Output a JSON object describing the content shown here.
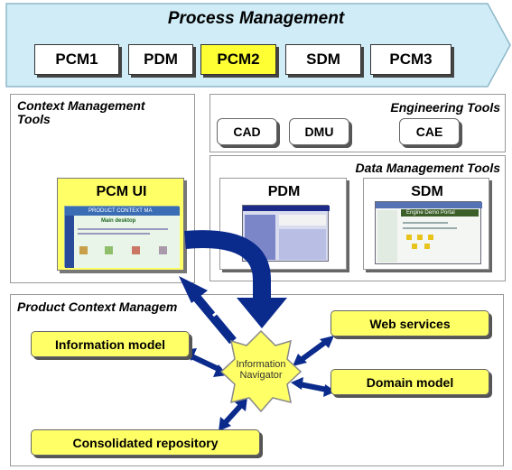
{
  "process_management": {
    "title": "Process Management",
    "modules": [
      "PCM1",
      "PDM",
      "PCM2",
      "SDM",
      "PCM3"
    ],
    "highlighted_module": "PCM2"
  },
  "context_tools": {
    "title": "Context Management Tools",
    "pcm_ui": {
      "label": "PCM UI",
      "screenshot_header": "PRODUCT CONTEXT MA",
      "screenshot_subtitle": "Main desktop"
    }
  },
  "engineering_tools": {
    "title": "Engineering Tools",
    "tools": [
      "CAD",
      "DMU",
      "CAE"
    ]
  },
  "data_management_tools": {
    "title": "Data Management Tools",
    "pdm_label": "PDM",
    "sdm_label": "SDM",
    "sdm_portal_title": "Engine Demo Portal"
  },
  "product_context": {
    "title": "Product Context Managem",
    "navigator": "Information Navigator",
    "nodes": {
      "information_model": "Information model",
      "consolidated_repository": "Consolidated repository",
      "web_services": "Web services",
      "domain_model": "Domain model"
    }
  },
  "colors": {
    "banner_fill": "#cfecf7",
    "highlight_yellow": "#ffff33",
    "node_yellow": "#ffff66",
    "arrow_blue": "#0a2a8c"
  }
}
